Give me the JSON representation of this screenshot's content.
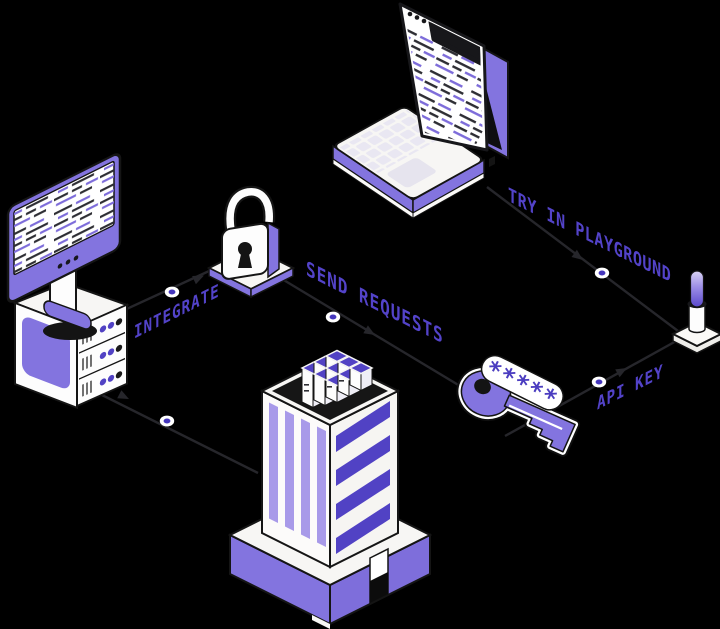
{
  "scene": {
    "description": "Isometric illustration of an API workflow on a black background",
    "background": "#000000"
  },
  "labels": {
    "integrate": "INTEGRATE",
    "send_requests": "SEND REQUESTS",
    "try_in_playground": "TRY IN PLAYGROUND",
    "api_key": "API KEY"
  },
  "password_field": {
    "value": "*****"
  },
  "colors": {
    "accent_purple": "#8374df",
    "light_purple": "#a89ae9",
    "dark_purple": "#5142c4",
    "label_text": "#5343c9",
    "connector_line": "#26262b",
    "white": "#ffffff",
    "black": "#000000"
  },
  "icons": [
    "desktop-monitor-icon",
    "server-tower-icon",
    "padlock-icon",
    "laptop-icon",
    "browser-window-icon",
    "office-building-icon",
    "rooftop-cubes-icon",
    "key-icon",
    "password-field",
    "joystick-icon"
  ],
  "connections": [
    {
      "from": "server-tower",
      "to": "padlock",
      "label": "INTEGRATE"
    },
    {
      "from": "padlock",
      "to": "key",
      "label": "SEND REQUESTS"
    },
    {
      "from": "laptop",
      "to": "joystick",
      "label": "TRY IN PLAYGROUND"
    },
    {
      "from": "key",
      "to": "joystick",
      "label": "API KEY"
    },
    {
      "from": "server-tower",
      "to": "building",
      "label": ""
    }
  ]
}
